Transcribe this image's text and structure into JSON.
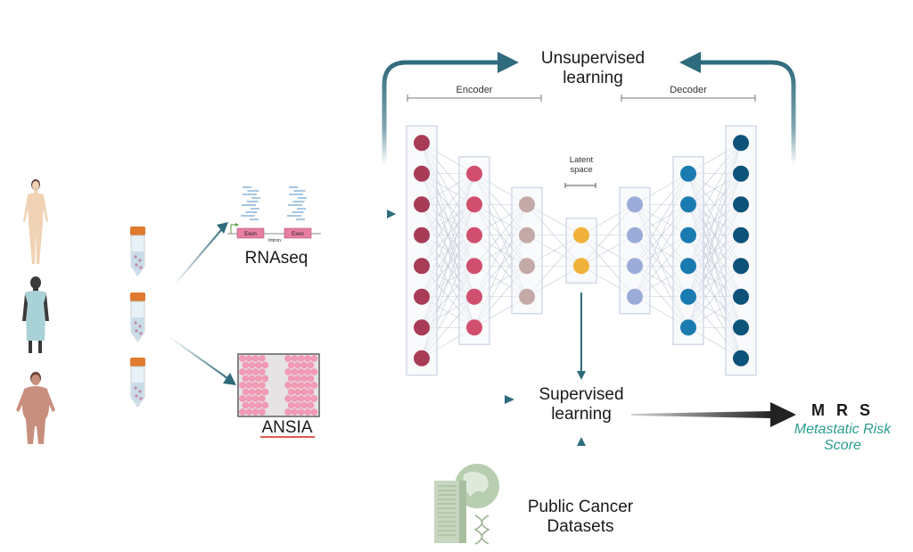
{
  "labels": {
    "unsupervised": "Unsupervised learning",
    "unsupervised_line1": "Unsupervised",
    "unsupervised_line2": "learning",
    "encoder": "Encoder",
    "decoder": "Decoder",
    "latent_line1": "Latent",
    "latent_line2": "space",
    "rnaseq": "RNAseq",
    "exon": "Exon",
    "intron": "Intron",
    "ansia": "ANSIA",
    "supervised_line1": "Supervised",
    "supervised_line2": "learning",
    "datasets_line1": "Public Cancer",
    "datasets_line2": "Datasets",
    "mrs": "M R S",
    "mrs_sub_line1": "Metastatic Risk",
    "mrs_sub_line2": "Score"
  },
  "network": {
    "layers": [
      {
        "nodes": 8,
        "color": "#a83c56"
      },
      {
        "nodes": 6,
        "color": "#d14f6e"
      },
      {
        "nodes": 4,
        "color": "#c4aaa6"
      },
      {
        "nodes": 2,
        "color": "#f0b23a"
      },
      {
        "nodes": 4,
        "color": "#9bacd8"
      },
      {
        "nodes": 6,
        "color": "#1a7bb0"
      },
      {
        "nodes": 8,
        "color": "#0d5279"
      }
    ]
  },
  "colors": {
    "arrow": "#2e6b7c",
    "layer_box": "#c9d3e3",
    "mrs_sub": "#2a9d8f",
    "ansia_underline": "#e05a50"
  },
  "patients": [
    "patient-female",
    "patient-gown",
    "patient-plus-size"
  ],
  "tubes": 3
}
